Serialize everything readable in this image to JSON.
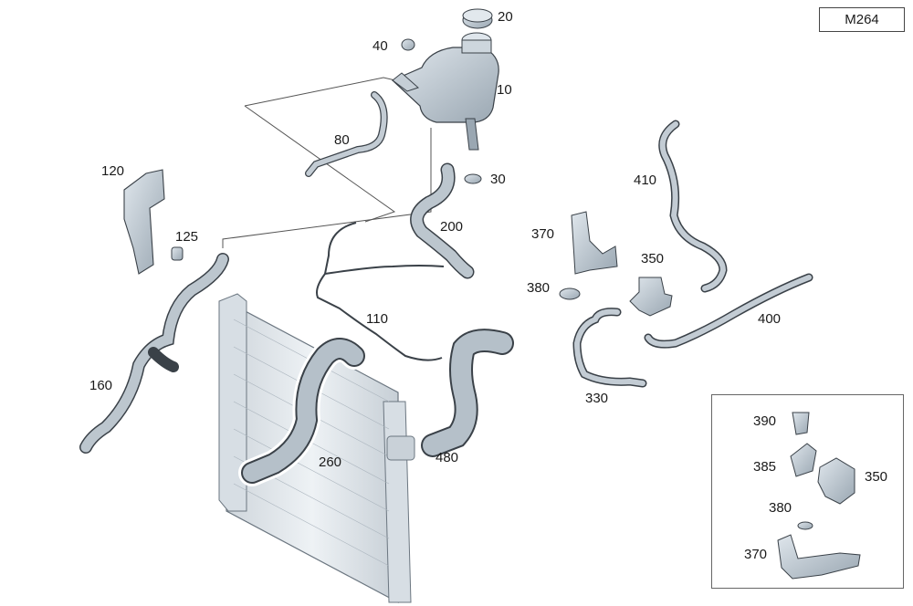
{
  "model_code": "M264",
  "colors": {
    "part_fill": "#b9c4cd",
    "part_dark": "#8a97a2",
    "part_light": "#dde4ea",
    "outline": "#3a4148",
    "radiator": "#e4e9ee",
    "leader": "#555555"
  },
  "callouts": {
    "c20": "20",
    "c40": "40",
    "c10": "10",
    "c80": "80",
    "c30": "30",
    "c120": "120",
    "c125": "125",
    "c200": "200",
    "c370": "370",
    "c410": "410",
    "c350": "350",
    "c380": "380",
    "c400": "400",
    "c110": "110",
    "c160": "160",
    "c330": "330",
    "c260": "260",
    "c480": "480"
  },
  "inset_callouts": {
    "c390": "390",
    "c385": "385",
    "c350": "350",
    "c380": "380",
    "c370": "370"
  }
}
